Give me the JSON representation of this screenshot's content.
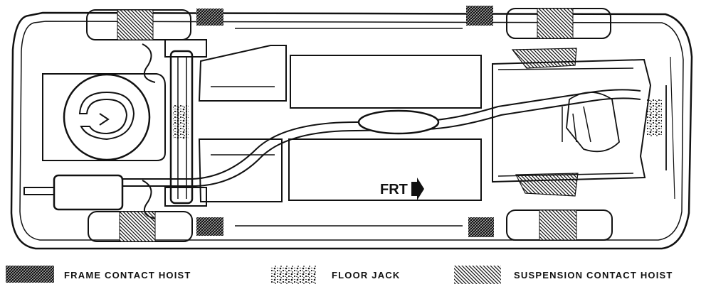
{
  "direction_marker": {
    "text": "FRT"
  },
  "legend": {
    "items": [
      {
        "pattern": "frame-contact-hoist",
        "label": "FRAME CONTACT HOIST"
      },
      {
        "pattern": "floor-jack",
        "label": "FLOOR JACK"
      },
      {
        "pattern": "suspension-contact-hoist",
        "label": "SUSPENSION CONTACT HOIST"
      }
    ]
  },
  "colors": {
    "ink": "#111111",
    "paper": "#ffffff"
  }
}
